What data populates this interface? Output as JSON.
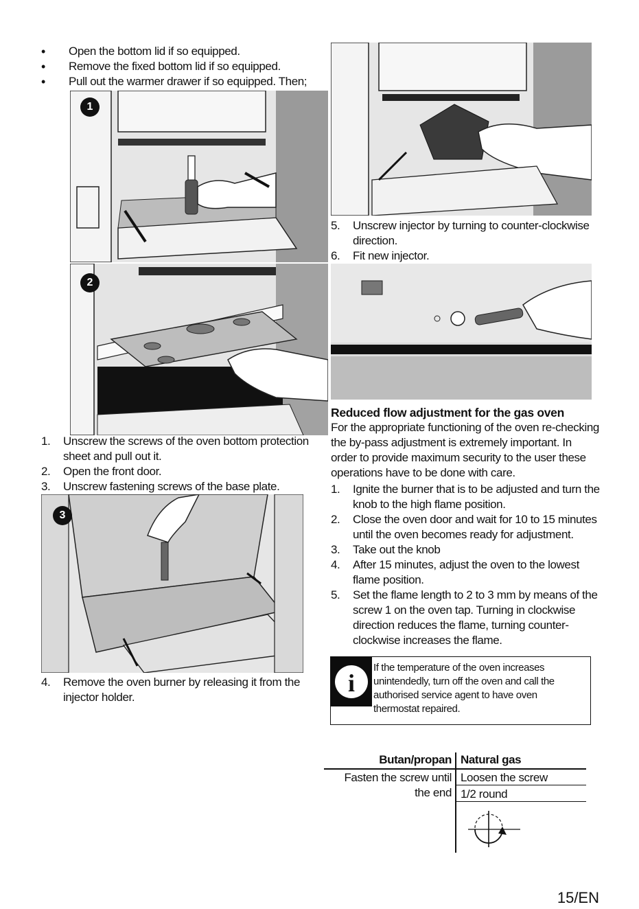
{
  "bullets": [
    "Open the bottom lid if so equipped.",
    "Remove the fixed bottom lid if so equipped.",
    "Pull out the warmer drawer if so equipped. Then;"
  ],
  "figures": {
    "fig1_badge": "1",
    "fig2_badge": "2",
    "fig3_badge": "3"
  },
  "left_steps": [
    {
      "num": "1.",
      "text": "Unscrew the screws of the oven bottom protection sheet and pull out it."
    },
    {
      "num": "2.",
      "text": "Open the front door."
    },
    {
      "num": "3.",
      "text": "Unscrew fastening screws of the base plate."
    }
  ],
  "step4": {
    "num": "4.",
    "text": "Remove the oven burner by releasing it from the injector holder."
  },
  "right_steps": [
    {
      "num": "5.",
      "text": "Unscrew injector by turning to counter-clockwise direction."
    },
    {
      "num": "6.",
      "text": "Fit new injector."
    }
  ],
  "section": {
    "heading": "Reduced flow adjustment for the gas oven",
    "intro": "For the appropriate functioning of the oven re-checking the by-pass adjustment is extremely important. In order to provide maximum security to the user these operations have to be done with care.",
    "steps": [
      {
        "num": "1.",
        "text": "Ignite the burner that is to be adjusted and turn the knob to the high flame position."
      },
      {
        "num": "2.",
        "text": "Close the oven door and wait for 10 to 15 minutes until the oven becomes ready for adjustment."
      },
      {
        "num": "3.",
        "text": "Take out the knob"
      },
      {
        "num": "4.",
        "text": "After 15 minutes, adjust the oven to the lowest flame position."
      },
      {
        "num": "5.",
        "text": "Set the flame length to 2 to 3 mm by means of the screw 1 on the oven tap. Turning in clockwise direction reduces the flame, turning counter-clockwise increases the flame."
      }
    ]
  },
  "notice": {
    "icon": "info-icon",
    "icon_letter": "i",
    "text": "If the temperature of the oven increases unintendedly, turn off the oven and call the authorised service agent to have oven thermostat repaired."
  },
  "table": {
    "col1_header": "Butan/propan",
    "col2_header": "Natural gas",
    "col1_line1": "Fasten the screw until",
    "col1_line2": "the end",
    "col2_row1": "Loosen the screw",
    "col2_row2": "1/2 round",
    "diagram_icon": "half-turn-rotation-icon"
  },
  "footer": {
    "page_number": "15/EN"
  }
}
